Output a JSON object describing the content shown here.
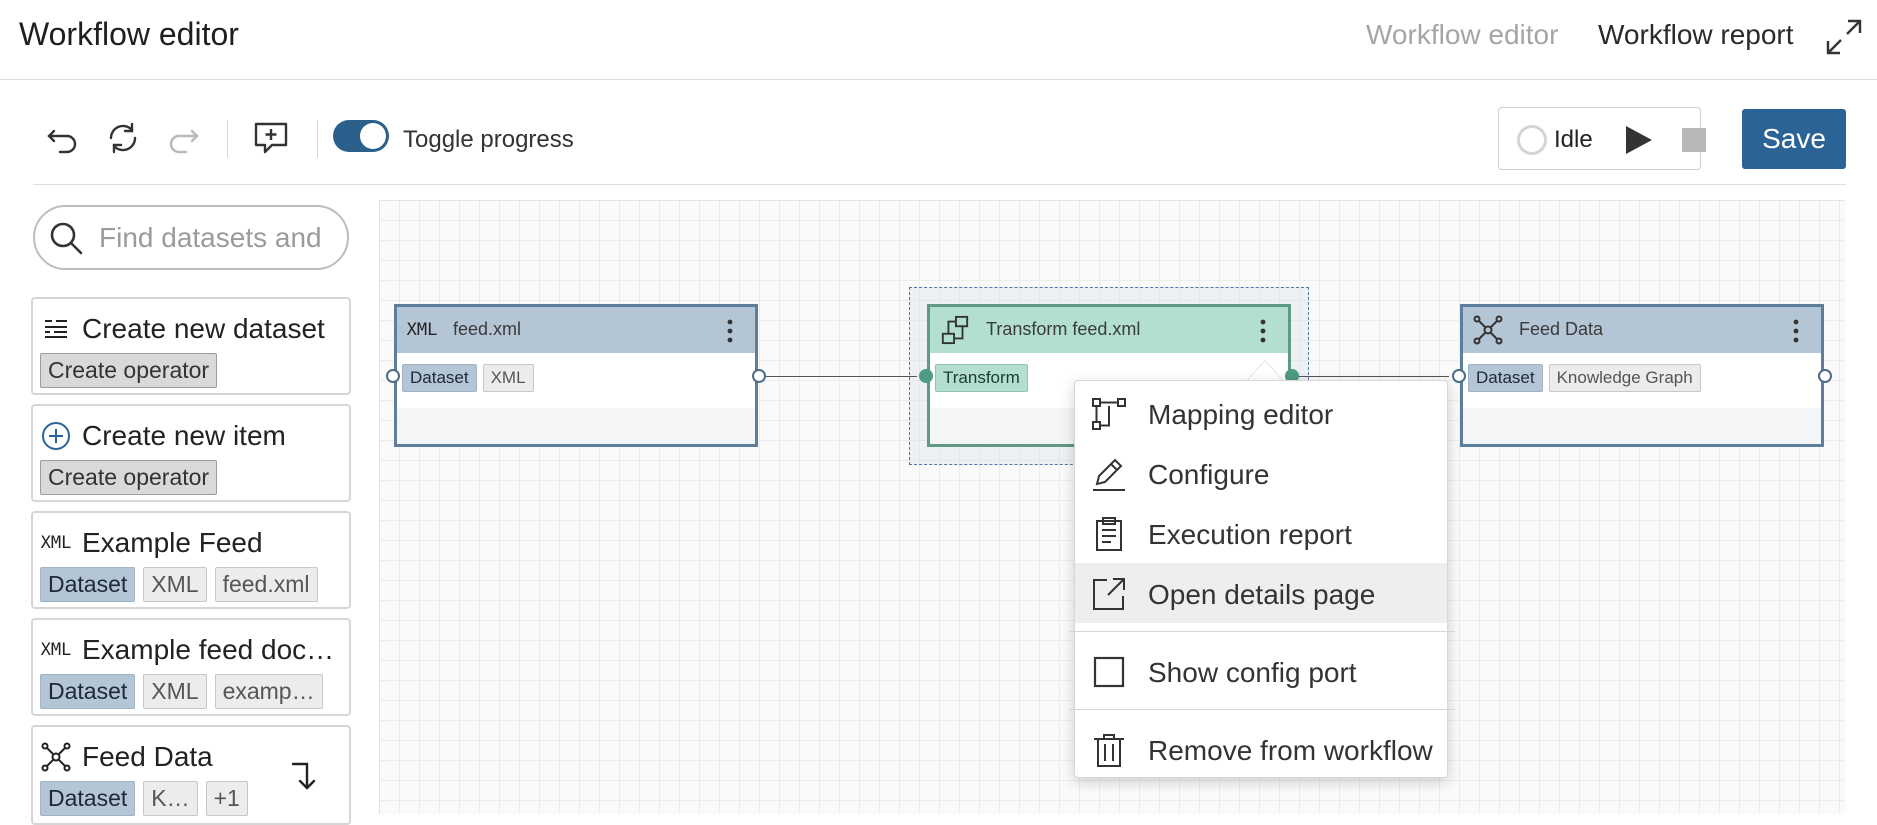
{
  "header": {
    "title": "Workflow editor",
    "nav": [
      {
        "label": "Workflow editor",
        "active": false
      },
      {
        "label": "Workflow report",
        "active": true
      }
    ]
  },
  "toolbar": {
    "toggle_label": "Toggle progress",
    "toggle_on": true,
    "status": "Idle",
    "save_label": "Save"
  },
  "sidebar": {
    "search_placeholder": "Find datasets and",
    "items": [
      {
        "title": "Create new dataset",
        "icon": "text-lines-icon",
        "tags": [
          "Create operator"
        ]
      },
      {
        "title": "Create new item",
        "icon": "plus-circle-icon",
        "tags": [
          "Create operator"
        ]
      },
      {
        "title": "Example Feed",
        "icon": "xml-icon",
        "icon_text": "XML",
        "tags": [
          "Dataset",
          "XML",
          "feed.xml"
        ]
      },
      {
        "title": "Example feed doc…",
        "icon": "xml-icon",
        "icon_text": "XML",
        "tags": [
          "Dataset",
          "XML",
          "examp…"
        ]
      },
      {
        "title": "Feed Data",
        "icon": "knowledge-graph-icon",
        "tags": [
          "Dataset",
          "K…",
          "+1"
        ]
      }
    ]
  },
  "nodes": [
    {
      "title": "feed.xml",
      "icon": "xml-icon",
      "icon_text": "XML",
      "tags": [
        "Dataset",
        "XML"
      ]
    },
    {
      "title": "Transform feed.xml",
      "icon": "transform-icon",
      "tags": [
        "Transform"
      ]
    },
    {
      "title": "Feed Data",
      "icon": "knowledge-graph-icon",
      "tags": [
        "Dataset",
        "Knowledge Graph"
      ]
    }
  ],
  "context_menu": {
    "items": [
      {
        "label": "Mapping editor",
        "icon": "mapping-icon"
      },
      {
        "label": "Configure",
        "icon": "pencil-icon"
      },
      {
        "label": "Execution report",
        "icon": "clipboard-icon"
      },
      {
        "label": "Open details page",
        "icon": "external-link-icon",
        "highlighted": true
      },
      {
        "label": "Show config port",
        "icon": "checkbox-icon"
      },
      {
        "label": "Remove from workflow",
        "icon": "trash-icon"
      }
    ]
  },
  "colors": {
    "accent": "#2c6396",
    "dataset_header": "#b4c5d5",
    "transform_header": "#b2dfd0"
  }
}
